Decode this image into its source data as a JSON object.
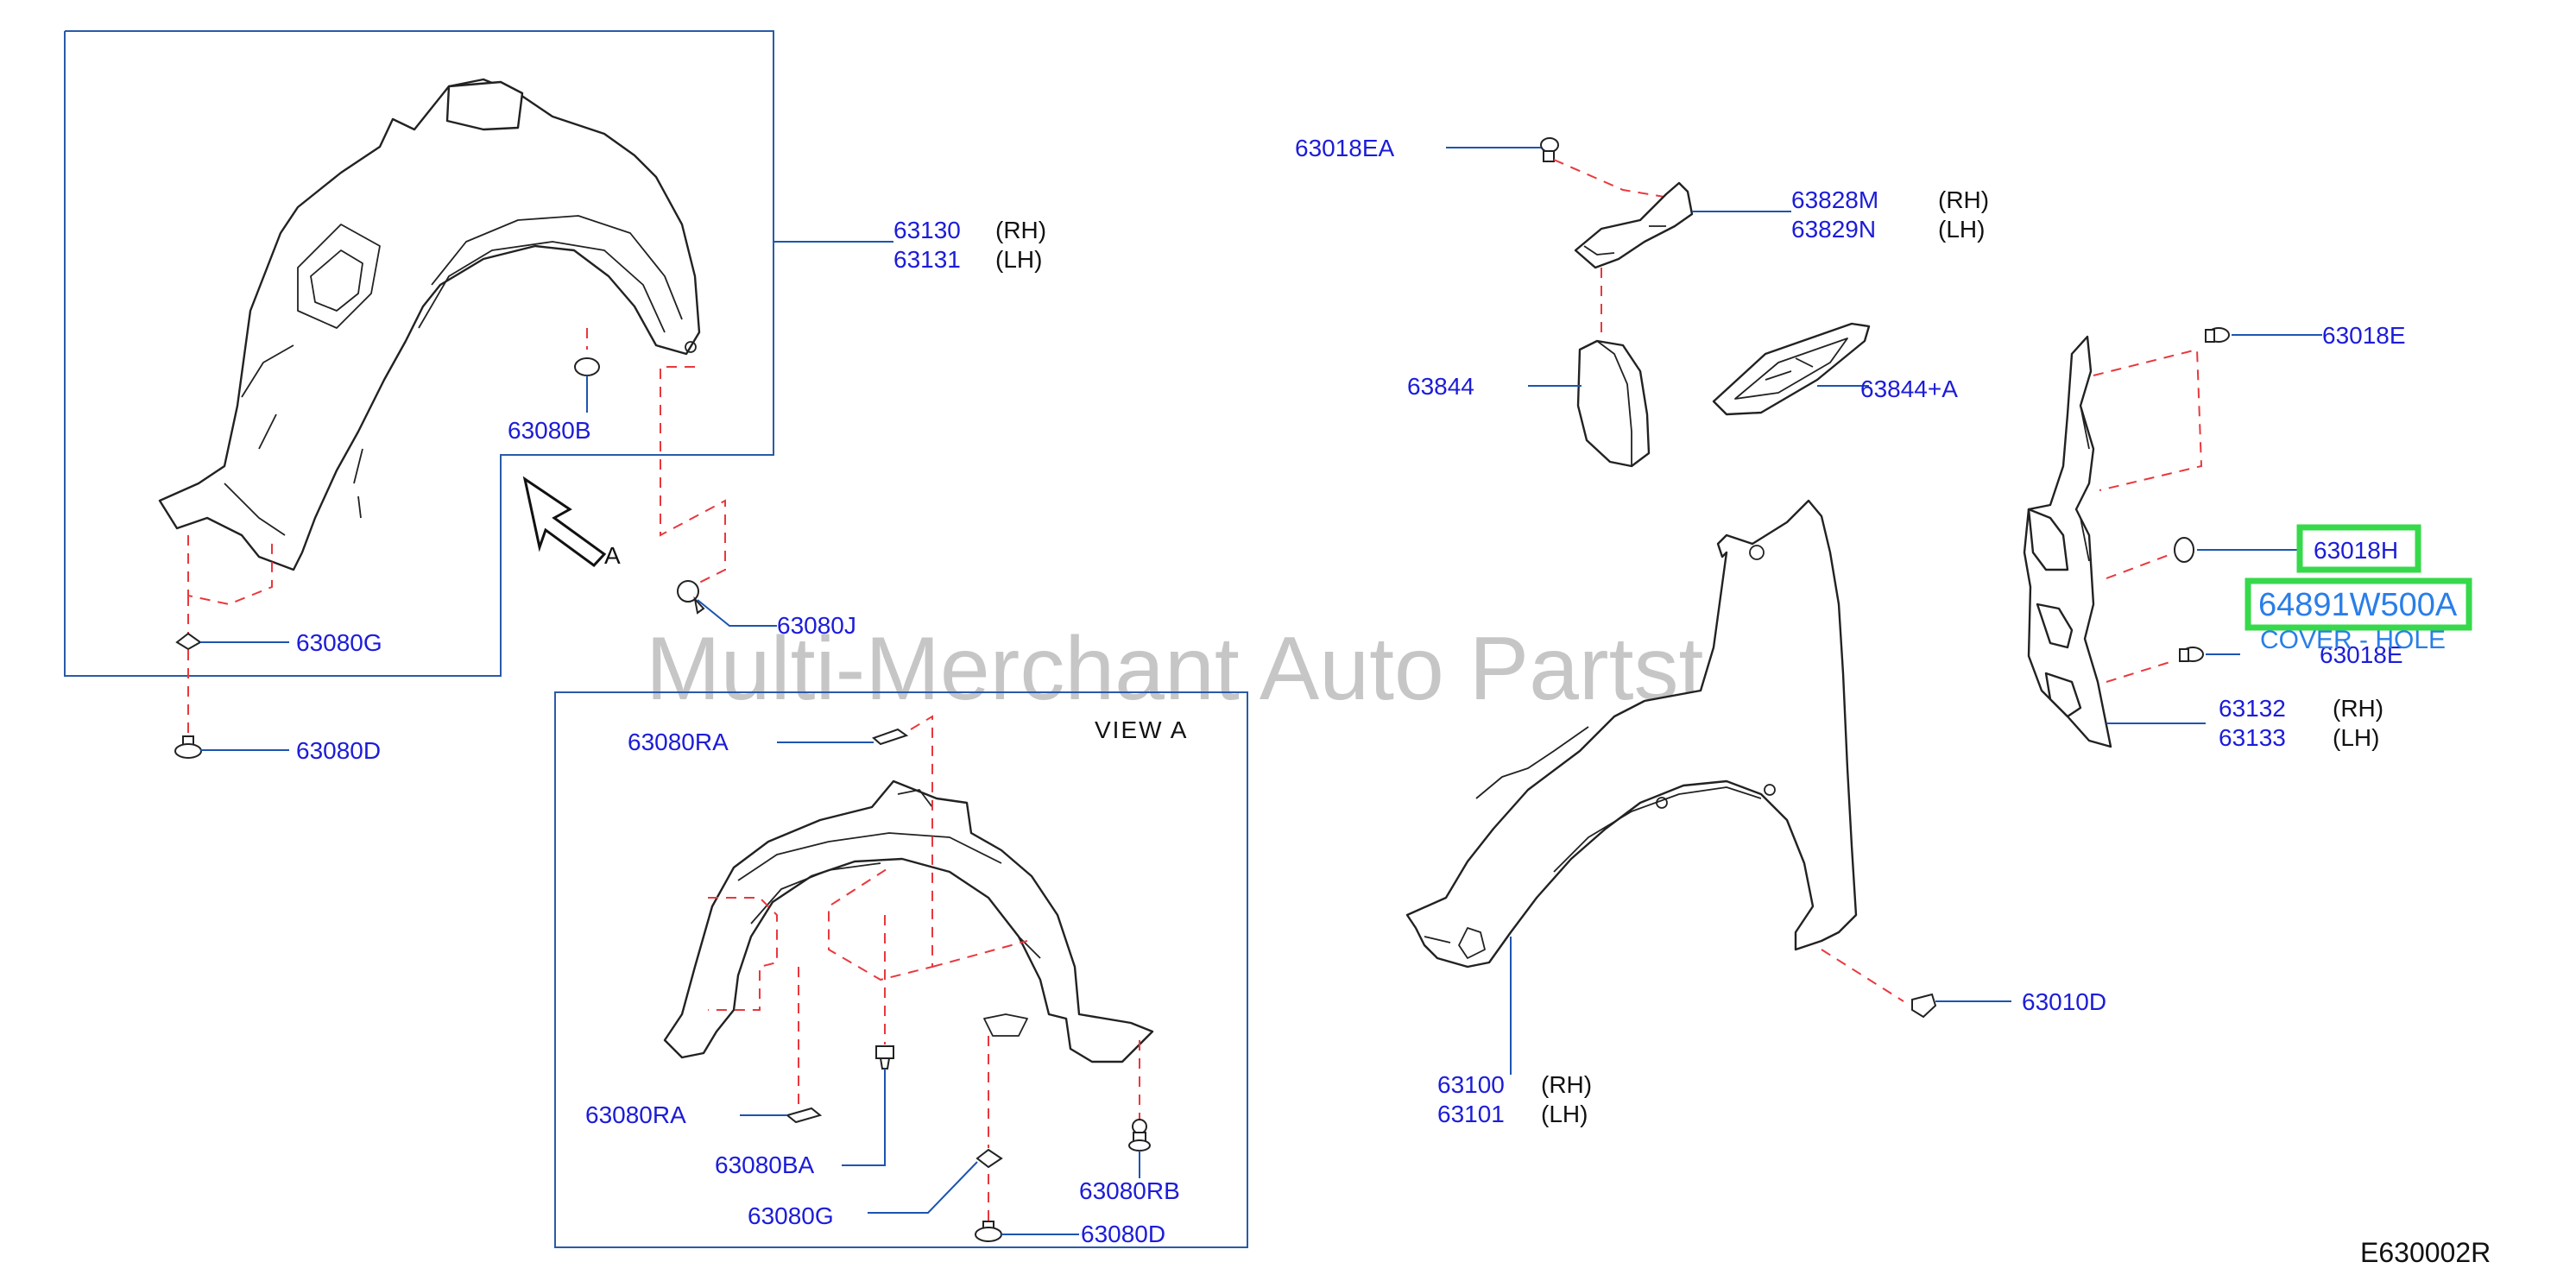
{
  "watermark": "Multi-Merchant Auto Partstore",
  "diagram_code": "E630002R",
  "view_title": "VIEW   A",
  "arrow_label": "A",
  "parts": {
    "p63130": "63130",
    "p63131": "63131",
    "p63080B": "63080B",
    "p63080J": "63080J",
    "p63080G_top": "63080G",
    "p63080D_top": "63080D",
    "p63080RA_top": "63080RA",
    "p63080RA_bot": "63080RA",
    "p63080BA": "63080BA",
    "p63080RB": "63080RB",
    "p63080G_view": "63080G",
    "p63080D_view": "63080D",
    "p63018EA": "63018EA",
    "p63828M": "63828M",
    "p63829N": "63829N",
    "p63844": "63844",
    "p63844A": "63844+A",
    "p63018E_top": "63018E",
    "p63018H": "63018H",
    "p63018E_bot": "63018E",
    "p63132": "63132",
    "p63133": "63133",
    "p63100": "63100",
    "p63101": "63101",
    "p63010D": "63010D"
  },
  "sides": {
    "rh": "(RH)",
    "lh": "(LH)"
  },
  "highlight": {
    "part_number": "64891W500A",
    "description": "COVER - HOLE"
  },
  "colors": {
    "part_number": "#1c1cd9",
    "leader": "#1c55b0",
    "dashed": "#e8383d",
    "highlight": "#36d94a",
    "highlight_text": "#2a7ee8"
  }
}
